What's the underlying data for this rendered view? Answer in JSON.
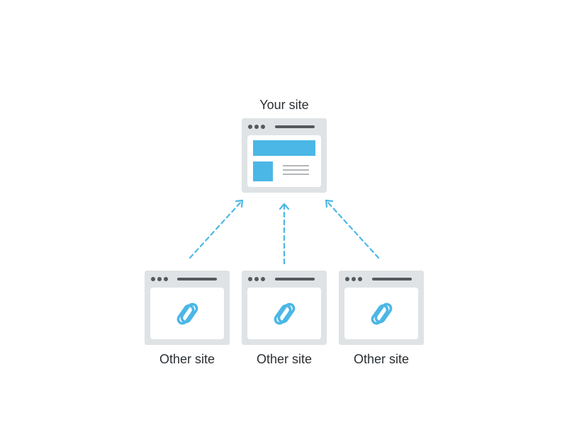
{
  "colors": {
    "frame": "#dfe3e5",
    "chrome": "#55595d",
    "accent": "#4bb7e6",
    "text_line": "#b3b7ba",
    "arrow": "#4bb7e6",
    "label": "#2b2f33"
  },
  "your_site": {
    "label": "Your site",
    "icon": "webpage-layout-icon"
  },
  "other_sites": [
    {
      "label": "Other site",
      "icon": "chain-link-icon"
    },
    {
      "label": "Other site",
      "icon": "chain-link-icon"
    },
    {
      "label": "Other site",
      "icon": "chain-link-icon"
    }
  ]
}
